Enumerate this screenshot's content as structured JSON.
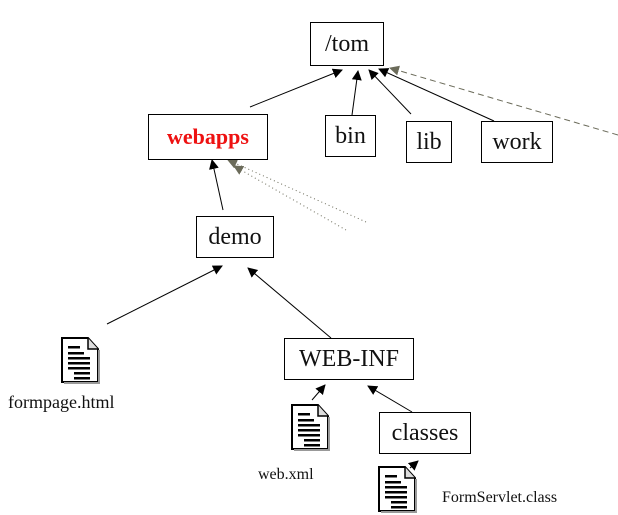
{
  "diagram": {
    "type": "directory-tree",
    "nodes": {
      "tom": {
        "label": "/tom"
      },
      "webapps": {
        "label": "webapps",
        "highlight_color": "#ee1111"
      },
      "bin": {
        "label": "bin"
      },
      "lib": {
        "label": "lib"
      },
      "work": {
        "label": "work"
      },
      "demo": {
        "label": "demo"
      },
      "webinf": {
        "label": "WEB-INF"
      },
      "classes": {
        "label": "classes"
      }
    },
    "files": {
      "formpage": {
        "label": "formpage.html"
      },
      "webxml": {
        "label": "web.xml"
      },
      "formservlet": {
        "label": "FormServlet.class"
      }
    },
    "edges": [
      {
        "from": "webapps",
        "to": "tom",
        "style": "solid"
      },
      {
        "from": "bin",
        "to": "tom",
        "style": "solid"
      },
      {
        "from": "lib",
        "to": "tom",
        "style": "solid"
      },
      {
        "from": "work",
        "to": "tom",
        "style": "solid"
      },
      {
        "from": "offscreen-right",
        "to": "tom",
        "style": "dashed"
      },
      {
        "from": "demo",
        "to": "webapps",
        "style": "solid"
      },
      {
        "from": "offscreen-1",
        "to": "webapps",
        "style": "dotted"
      },
      {
        "from": "offscreen-2",
        "to": "webapps",
        "style": "dotted"
      },
      {
        "from": "formpage",
        "to": "demo",
        "style": "solid"
      },
      {
        "from": "webinf",
        "to": "demo",
        "style": "solid"
      },
      {
        "from": "webxml",
        "to": "webinf",
        "style": "solid"
      },
      {
        "from": "classes",
        "to": "webinf",
        "style": "solid"
      },
      {
        "from": "formservlet",
        "to": "classes",
        "style": "solid"
      }
    ],
    "colors": {
      "line": "#000000",
      "dashed_line": "#6b6b5a",
      "accent": "#ee1111"
    }
  }
}
